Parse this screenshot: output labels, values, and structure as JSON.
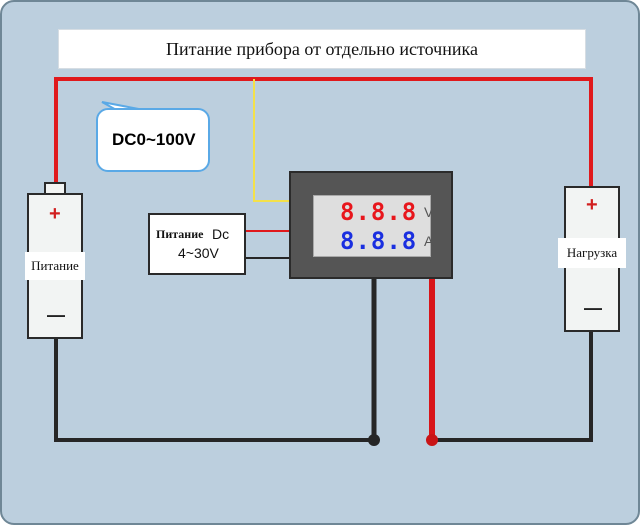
{
  "title": "Питание прибора от отдельно источника",
  "callout": "DC0~100V",
  "battery": {
    "label": "Питание",
    "plus": "+",
    "minus": "—"
  },
  "load": {
    "label": "Нагрузка",
    "plus": "+",
    "minus": "—"
  },
  "power_module": {
    "line1": "Питание",
    "dc": "Dc",
    "voltage": "4~30V"
  },
  "meter": {
    "voltage_digits": "8.8.8",
    "current_digits": "8.8.8",
    "voltage_unit": "V",
    "current_unit": "A"
  },
  "colors": {
    "background": "#bccfde",
    "wire_positive": "#e0191c",
    "wire_negative": "#262626",
    "wire_signal": "#f4e14a",
    "voltage_display": "#e8161c",
    "current_display": "#1a2fe0",
    "callout_border": "#5aa9e6"
  }
}
